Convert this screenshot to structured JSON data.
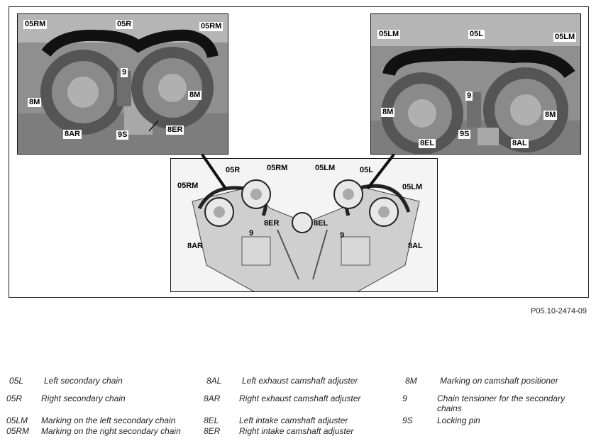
{
  "figure_ref": "P05.10-2474-09",
  "photo_left": {
    "callouts": {
      "rm_left": "05RM",
      "r": "05R",
      "rm_right": "05RM",
      "tens": "9",
      "m_left": "8M",
      "m_right": "8M",
      "ar": "8AR",
      "pin": "9S",
      "er": "8ER"
    }
  },
  "photo_right": {
    "callouts": {
      "lm_left": "05LM",
      "l": "05L",
      "lm_right": "05LM",
      "tens": "9",
      "m_left": "8M",
      "m_right": "8M",
      "pin": "9S",
      "el": "8EL",
      "al": "8AL"
    }
  },
  "photo_center": {
    "callouts": {
      "r": "05R",
      "rm_top": "05RM",
      "lm_top": "05LM",
      "l": "05L",
      "rm_left": "05RM",
      "lm_right": "05LM",
      "er": "8ER",
      "el": "8EL",
      "ar": "8AR",
      "al": "8AL",
      "tens_left": "9",
      "tens_right": "9"
    }
  },
  "legend": [
    {
      "code": "05L",
      "text": "Left secondary chain"
    },
    {
      "code": "05R",
      "text": "Right secondary chain"
    },
    {
      "code": "05LM",
      "text": "Marking on the left secondary chain"
    },
    {
      "code": "05RM",
      "text": "Marking on the right secondary chain"
    },
    {
      "code": "8AL",
      "text": "Left exhaust camshaft adjuster"
    },
    {
      "code": "8AR",
      "text": "Right exhaust camshaft adjuster"
    },
    {
      "code": "8EL",
      "text": "Left intake camshaft adjuster"
    },
    {
      "code": "8ER",
      "text": "Right intake camshaft adjuster"
    },
    {
      "code": "8M",
      "text": "Marking on camshaft positioner"
    },
    {
      "code": "9",
      "text": "Chain tensioner for the secondary chains"
    },
    {
      "code": "9S",
      "text": "Locking pin"
    }
  ]
}
